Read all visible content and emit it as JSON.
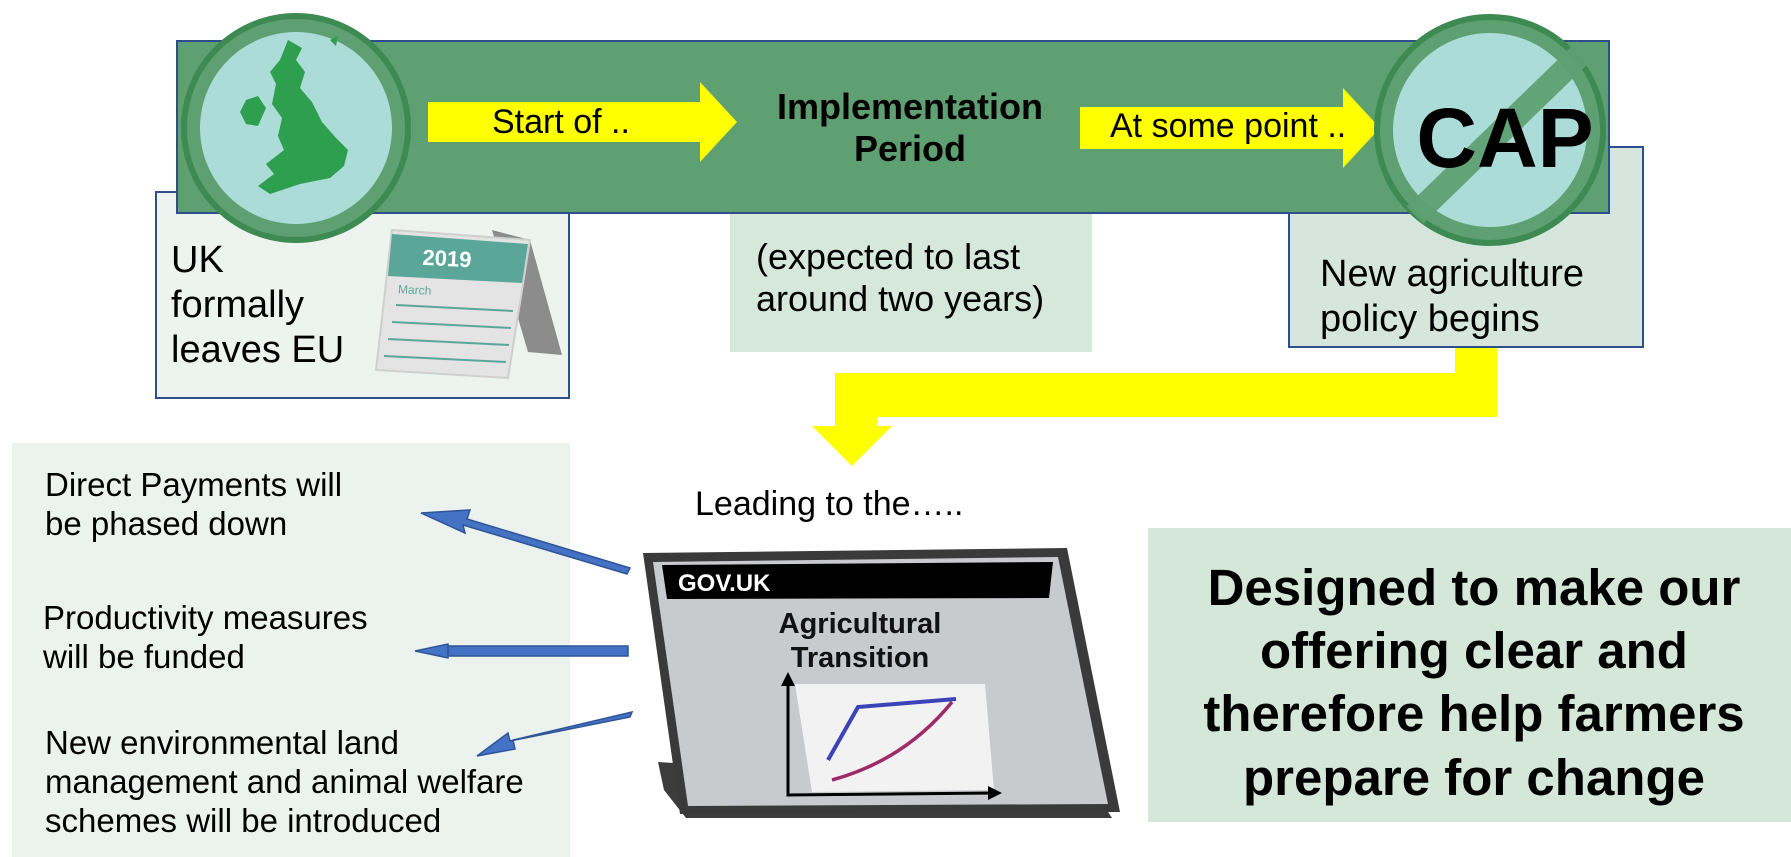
{
  "timeline": {
    "uk_leaves": "UK\nformally\nleaves EU",
    "arrow_start": "Start of ..",
    "implementation_title": "Implementation\nPeriod",
    "implementation_note": "(expected to last\naround two years)",
    "arrow_later": "At some point ..",
    "cap_label": "CAP",
    "new_policy": "New agriculture\npolicy begins"
  },
  "calendar": {
    "year": "2019",
    "month": "March"
  },
  "leading_text": "Leading to the…..",
  "outcomes": [
    "Direct Payments will\nbe phased down",
    "Productivity measures\nwill be funded",
    "New environmental land\nmanagement and animal welfare\nschemes will be introduced"
  ],
  "tablet": {
    "site": "GOV.UK",
    "title": "Agricultural\nTransition"
  },
  "statement": "Designed to make our\noffering clear and\ntherefore help farmers\nprepare for change",
  "colors": {
    "band_green": "#5fa073",
    "arrow_yellow": "#ffff00",
    "arrow_blue": "#4472c4",
    "box_border": "#2f4f8a",
    "panel_green": "#d5e7d9"
  }
}
